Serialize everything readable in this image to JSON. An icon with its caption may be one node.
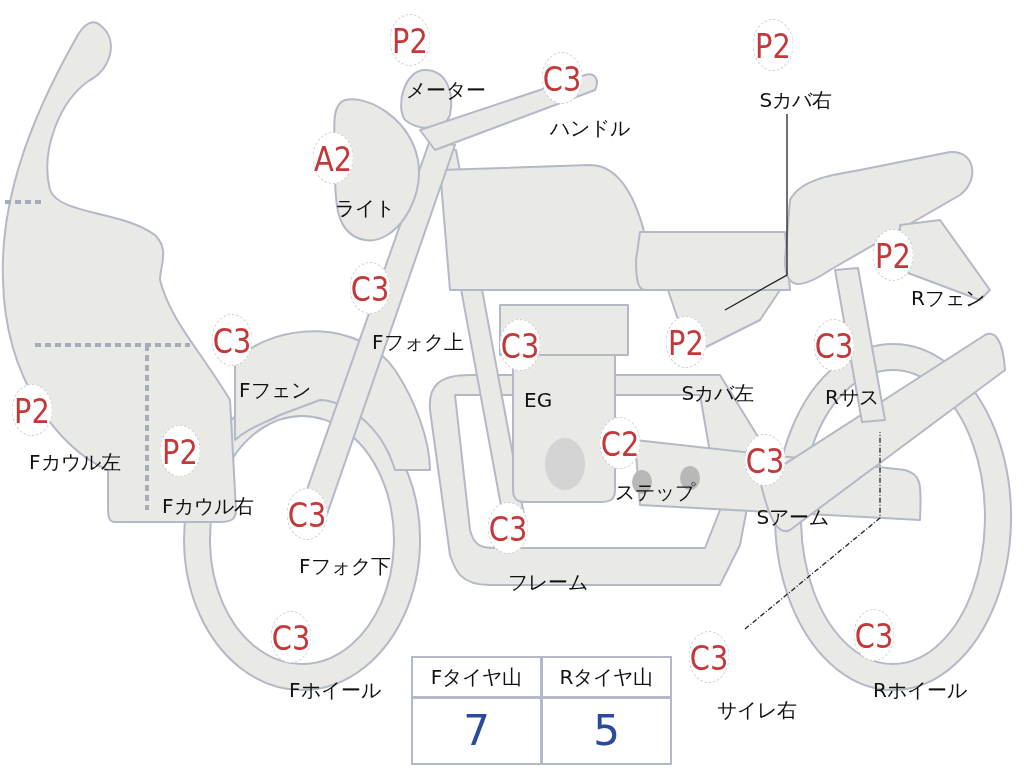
{
  "diagram": {
    "nodes": [
      {
        "text": [
          "P2"
        ],
        "beside": [
          "メーター"
        ]
      },
      {
        "text": [
          "C3"
        ],
        "beside": [
          "ハンドル"
        ]
      },
      {
        "text": [
          "P2"
        ],
        "beside": [
          "Sカバ右"
        ]
      },
      {
        "text": [
          "A2"
        ],
        "beside": [
          "ライト"
        ]
      },
      {
        "text": [
          "P2"
        ],
        "beside": [
          "Rフェン"
        ]
      },
      {
        "text": [
          "C3"
        ],
        "beside": [
          "Fフォク上"
        ]
      },
      {
        "text": [
          "C3"
        ],
        "beside": [
          "Fフェン"
        ]
      },
      {
        "text": [
          "P2"
        ],
        "beside": [
          "Sカバ左"
        ]
      },
      {
        "text": [
          "C3"
        ],
        "beside": [
          "EG"
        ]
      },
      {
        "text": [
          "C3"
        ],
        "beside": [
          "Rサス"
        ]
      },
      {
        "text": [
          "P2"
        ],
        "beside": [
          "Fカウル左"
        ]
      },
      {
        "text": [
          "P2"
        ],
        "beside": [
          "Fカウル右"
        ]
      },
      {
        "text": [
          "C2"
        ],
        "beside": [
          "ステップ"
        ]
      },
      {
        "text": [
          "C3"
        ],
        "beside": [
          "Sアーム"
        ]
      },
      {
        "text": [
          "C3"
        ],
        "beside": [
          "Fフォク下"
        ]
      },
      {
        "text": [
          "C3"
        ],
        "beside": [
          "フレーム"
        ]
      },
      {
        "text": [
          "C3"
        ],
        "beside": [
          "Fホイール"
        ]
      },
      {
        "text": [
          "C3"
        ],
        "beside": [
          "サイレ右"
        ]
      },
      {
        "text": [
          "C3"
        ],
        "beside": [
          "Rホイール"
        ]
      }
    ],
    "edges": [
      {
        "from": 2,
        "to": null,
        "arrow": "none"
      },
      {
        "from": 17,
        "to": null,
        "arrow": "none",
        "style": "dashed"
      }
    ],
    "labels": [
      "Fタイヤ山",
      "Rタイヤ山",
      "7",
      "5"
    ]
  }
}
